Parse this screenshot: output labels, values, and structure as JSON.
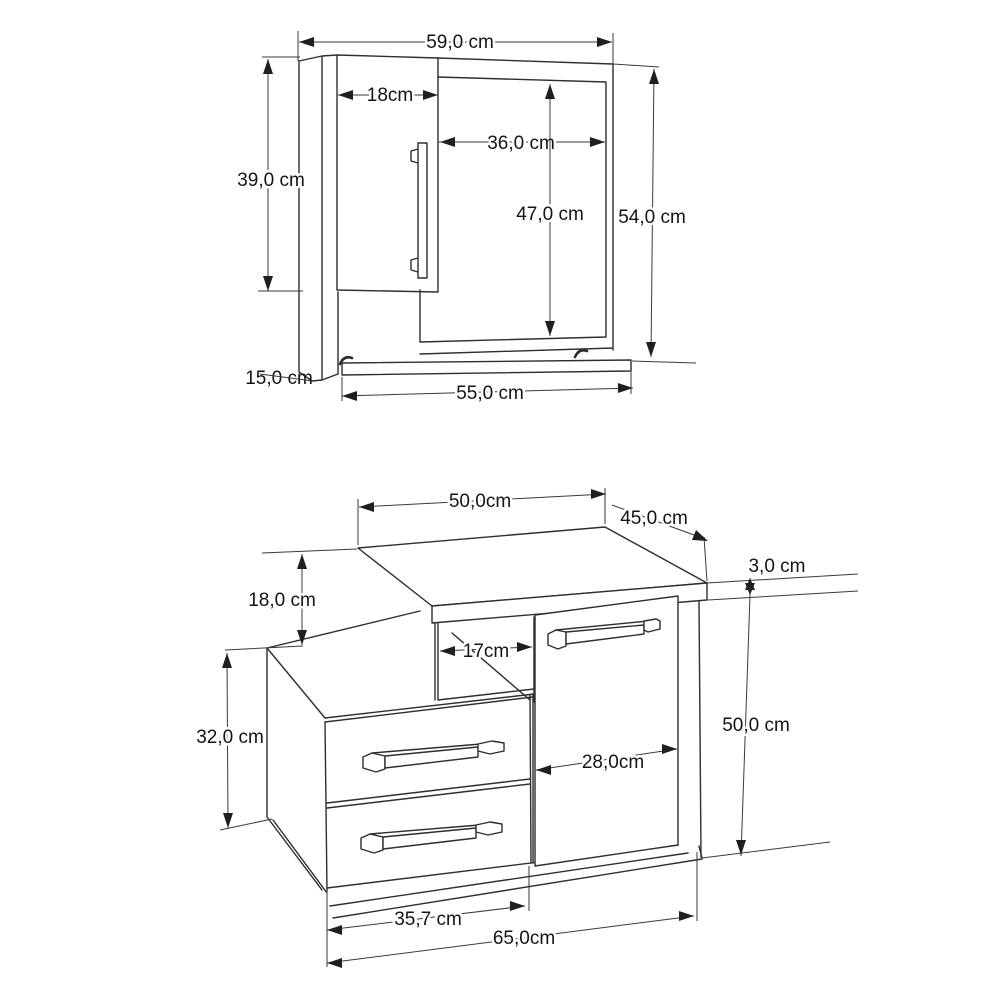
{
  "diagram": {
    "type": "technical-drawing",
    "item": "bathroom vanity cabinet and mirror with dimension annotations",
    "unit": "cm",
    "colors": {
      "background": "#ffffff",
      "object_line": "#2e2e2e",
      "dimension_line": "#3a3a3a",
      "arrow": "#1f1f1f",
      "text": "#141414"
    },
    "mirror": {
      "name": "mirror cabinet with door and shelf",
      "dims": {
        "total_width": {
          "label": "59,0 cm",
          "value": 59.0
        },
        "door_width": {
          "label": "18cm",
          "value": 18
        },
        "mirror_width": {
          "label": "36,0 cm",
          "value": 36.0
        },
        "door_height": {
          "label": "39,0 cm",
          "value": 39.0
        },
        "mirror_height": {
          "label": "47,0 cm",
          "value": 47.0
        },
        "total_height": {
          "label": "54,0 cm",
          "value": 54.0
        },
        "shelf_depth": {
          "label": "15,0 cm",
          "value": 15.0
        },
        "shelf_width": {
          "label": "55,0 cm",
          "value": 55.0
        }
      }
    },
    "cabinet": {
      "name": "floor cabinet with two drawers and door",
      "dims": {
        "top_width": {
          "label": "50,0cm",
          "value": 50.0
        },
        "top_depth": {
          "label": "45,0 cm",
          "value": 45.0
        },
        "top_thickness": {
          "label": "3,0 cm",
          "value": 3.0
        },
        "upper_recess_height": {
          "label": "18,0 cm",
          "value": 18.0
        },
        "recess_width": {
          "label": "17cm",
          "value": 17
        },
        "drawer_section_height": {
          "label": "32,0 cm",
          "value": 32.0
        },
        "door_width": {
          "label": "28,0cm",
          "value": 28.0
        },
        "side_height": {
          "label": "50,0 cm",
          "value": 50.0
        },
        "drawer_section_width": {
          "label": "35,7 cm",
          "value": 35.7
        },
        "total_width": {
          "label": "65,0cm",
          "value": 65.0
        }
      }
    }
  }
}
